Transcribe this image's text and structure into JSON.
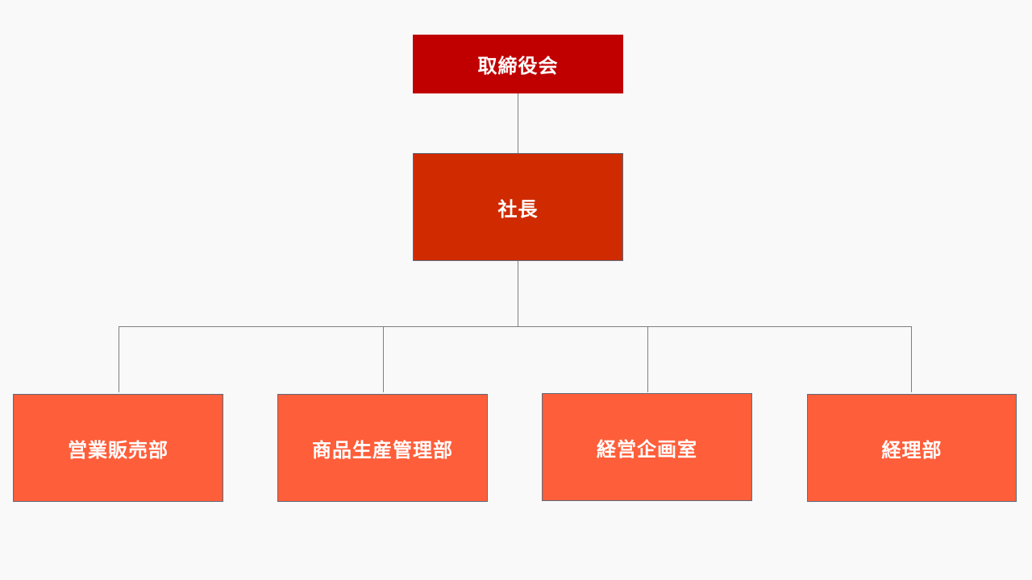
{
  "colors": {
    "background": "#f9f9f9",
    "board": "#c00000",
    "president": "#d02a00",
    "department": "#ff5e3a",
    "connector": "#7f7f7f"
  },
  "org": {
    "board": {
      "label": "取締役会"
    },
    "president": {
      "label": "社長"
    },
    "departments": [
      {
        "label": "営業販売部"
      },
      {
        "label": "商品生産管理部"
      },
      {
        "label": "経営企画室"
      },
      {
        "label": "経理部"
      }
    ]
  }
}
